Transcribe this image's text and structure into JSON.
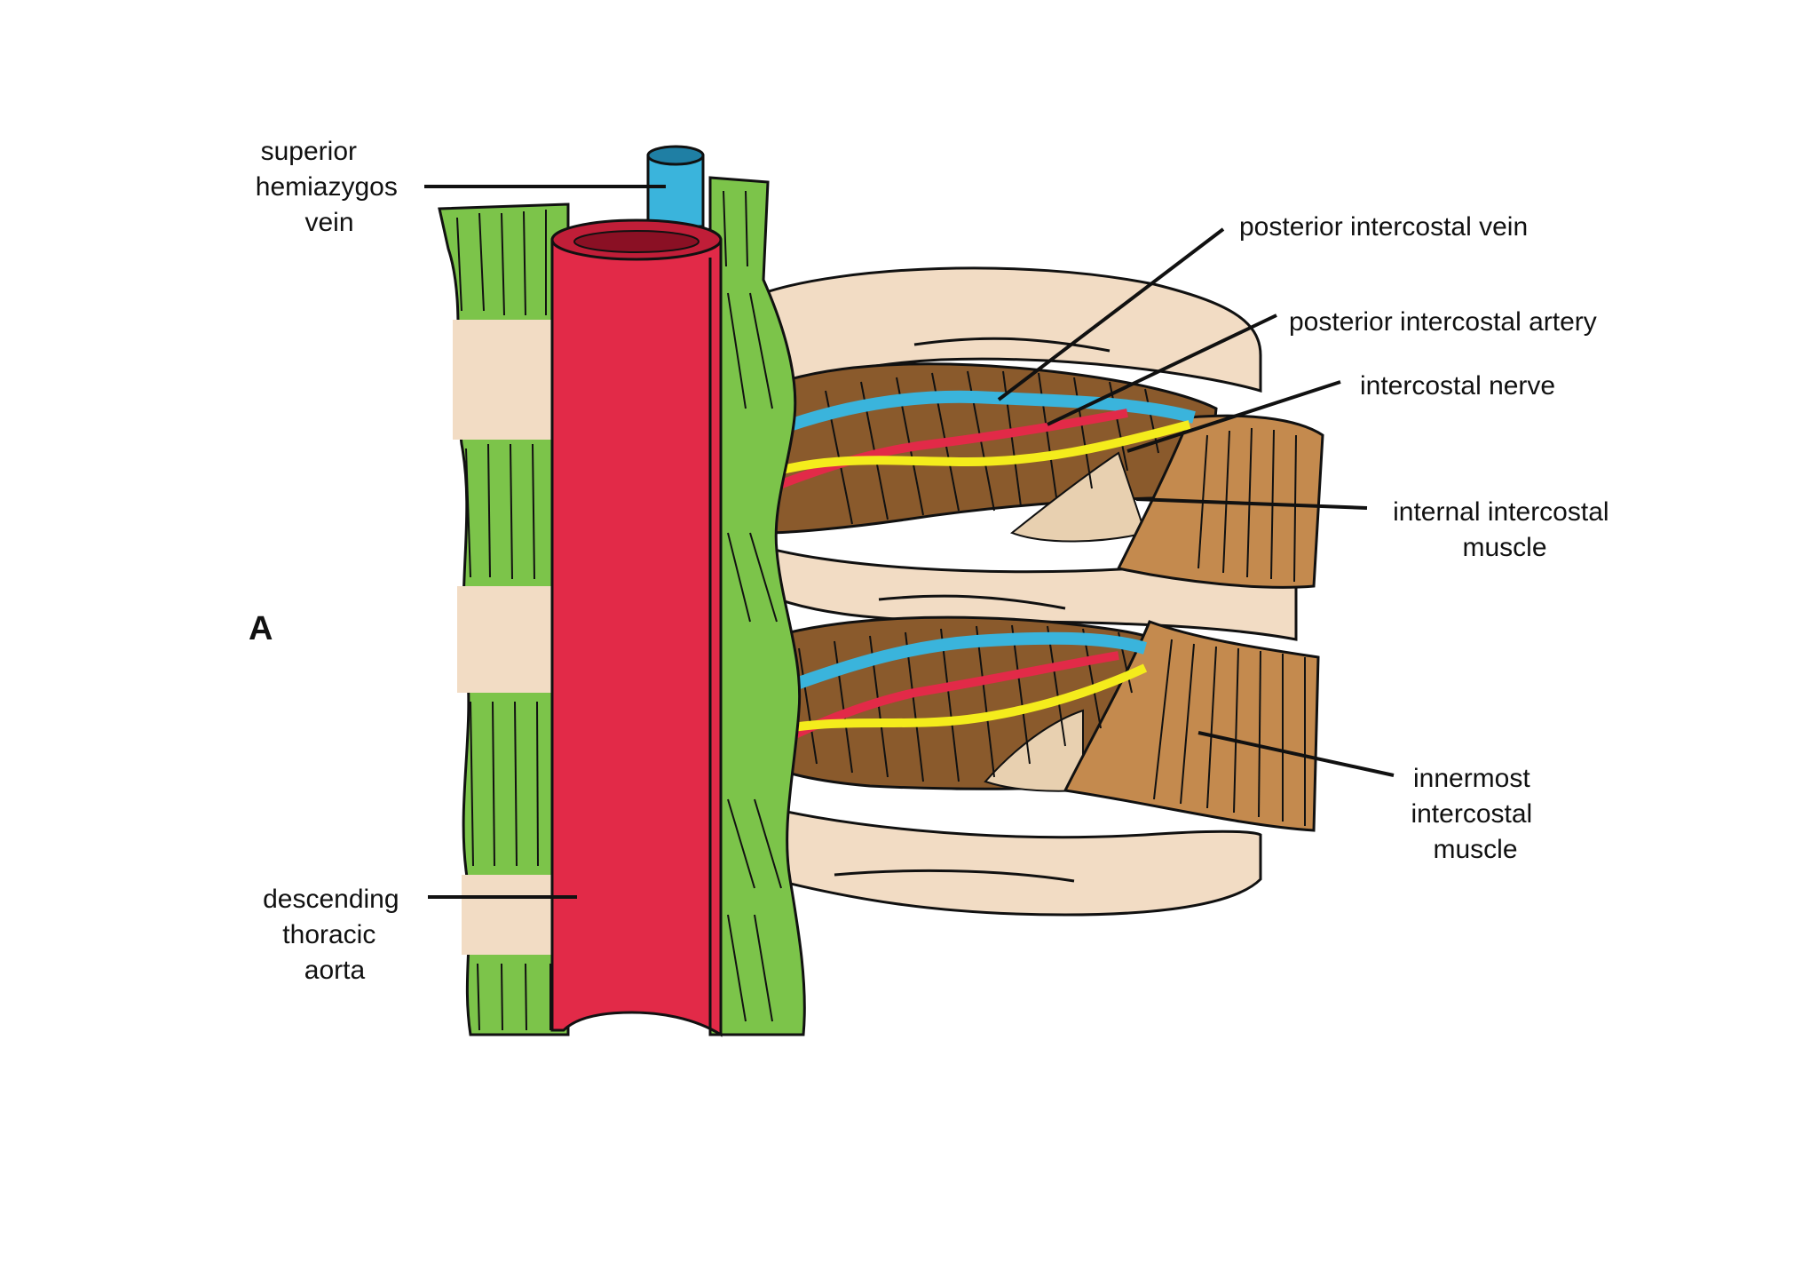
{
  "panel_letter": "A",
  "labels": {
    "superior_hemiazygos_vein": [
      "superior",
      "hemiazygos",
      "vein"
    ],
    "posterior_intercostal_vein": [
      "posterior intercostal vein"
    ],
    "posterior_intercostal_artery": [
      "posterior intercostal artery"
    ],
    "intercostal_nerve": [
      "intercostal nerve"
    ],
    "internal_intercostal_muscle": [
      "internal intercostal",
      "muscle"
    ],
    "innermost_intercostal_muscle": [
      "innermost",
      "intercostal",
      "muscle"
    ],
    "descending_thoracic_aorta": [
      "descending",
      "thoracic",
      "aorta"
    ]
  },
  "colors": {
    "aorta": "#e22a48",
    "vein": "#3ab4dc",
    "nerve": "#f4ec1c",
    "vertebral_muscle": "#7cc44a",
    "rib": "#f2dcc4",
    "intercostal_muscle": "#c48a4e",
    "membrane": "#e8d0b0",
    "outline": "#111111"
  }
}
